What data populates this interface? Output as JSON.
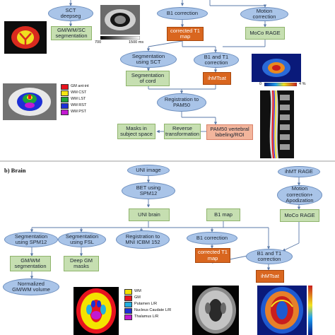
{
  "section_b_label": "b) Brain",
  "spinal": {
    "sct_deepseg": "SCT\ndeepseg",
    "gm_wm_sc_seg": "GM/WM/SC\nsegmentation",
    "b1_correction": "B1 correction",
    "corrected_t1_map": "corrected T1\nmap",
    "motion_correction": "Motion\ncorrection",
    "moco_rage": "MoCo RAGE",
    "segmentation_sct": "Segmentation\nusing SCT",
    "b1_t1_correction": "B1 and T1\ncorrection",
    "ihmtsat": "ihMTsat",
    "reg_pam50": "Registration to\nPAM50",
    "masks_subject": "Masks in\nsubject space",
    "reverse_transform": "Reverse\ntransformation",
    "pam50_labeling": "PAM50 vertebral\nlabeling/ROI",
    "colorbar_min": "700",
    "colorbar_max": "1500 ms",
    "pct_min": "0",
    "pct_max": "4 %",
    "legend": [
      {
        "label": "GM ant-int",
        "color": "#e8141e"
      },
      {
        "label": "WM CST",
        "color": "#f5e614"
      },
      {
        "label": "WM LST",
        "color": "#1ea43a"
      },
      {
        "label": "WM RST",
        "color": "#1c2fd6"
      },
      {
        "label": "WM PST",
        "color": "#c21ad1"
      }
    ]
  },
  "brain": {
    "uni_image": "UNI image",
    "bet_spm12": "BET using\nSPM12",
    "uni_brain": "UNI brain",
    "b1_map": "B1 map",
    "ihmt_rage": "ihMT RAGE",
    "motion_apod": "Motion\ncorrection+\nApodization",
    "moco_rage": "MoCo RAGE",
    "seg_spm12": "Segmentation\nusing SPM12",
    "seg_fsl": "Segmentation\nusing FSL",
    "reg_mni": "Registration to\nMNI ICBM 152",
    "b1_correction": "B1 correction",
    "corrected_t1_map": "corrected T1\nmap",
    "b1_t1_correction": "B1 and T1\ncorrection",
    "gm_wm_seg": "GM/WM\nsegmentation",
    "deep_gm": "Deep GM\nmasks",
    "ihmtsat": "ihMTsat",
    "normalized_vol": "Normalized\nGM/WM volume",
    "legend": [
      {
        "label": "WM",
        "color": "#f3e400"
      },
      {
        "label": "GM",
        "color": "#e8141e"
      },
      {
        "label": "Putamen L/R",
        "color": "#22b0e0"
      },
      {
        "label": "Nucleus Caudate L/R",
        "color": "#1c2fd6"
      },
      {
        "label": "Thalamus L/R",
        "color": "#c21ad1"
      }
    ]
  },
  "colors": {
    "ellipse": "#a9c4e8",
    "green_box": "#c6dfb1",
    "orange_box": "#d9661f",
    "pink_box": "#f3b59c",
    "arrow": "#5a79a8"
  }
}
